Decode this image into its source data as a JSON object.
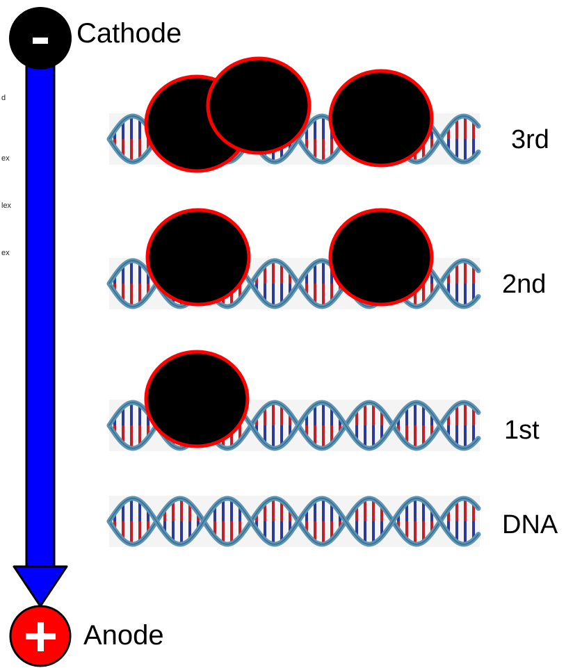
{
  "electrodes": {
    "cathode": {
      "symbol": "-",
      "label": "Cathode"
    },
    "anode": {
      "symbol": "+",
      "label": "Anode"
    }
  },
  "side_fragments": [
    "d",
    "ex",
    "lex",
    "ex"
  ],
  "bands": [
    {
      "label": "3rd",
      "bound_count": 3
    },
    {
      "label": "2nd",
      "bound_count": 2
    },
    {
      "label": "1st",
      "bound_count": 1
    },
    {
      "label": "DNA",
      "bound_count": 0
    }
  ],
  "colors": {
    "arrow": "#0000ff",
    "cathode_fill": "#000000",
    "anode_fill": "#ff0000",
    "protein_fill": "#000000",
    "protein_stroke": "#ff0000",
    "helix_backbone": "#5b94b4",
    "base_red": "#c0202a",
    "base_blue": "#2b3a9a"
  }
}
